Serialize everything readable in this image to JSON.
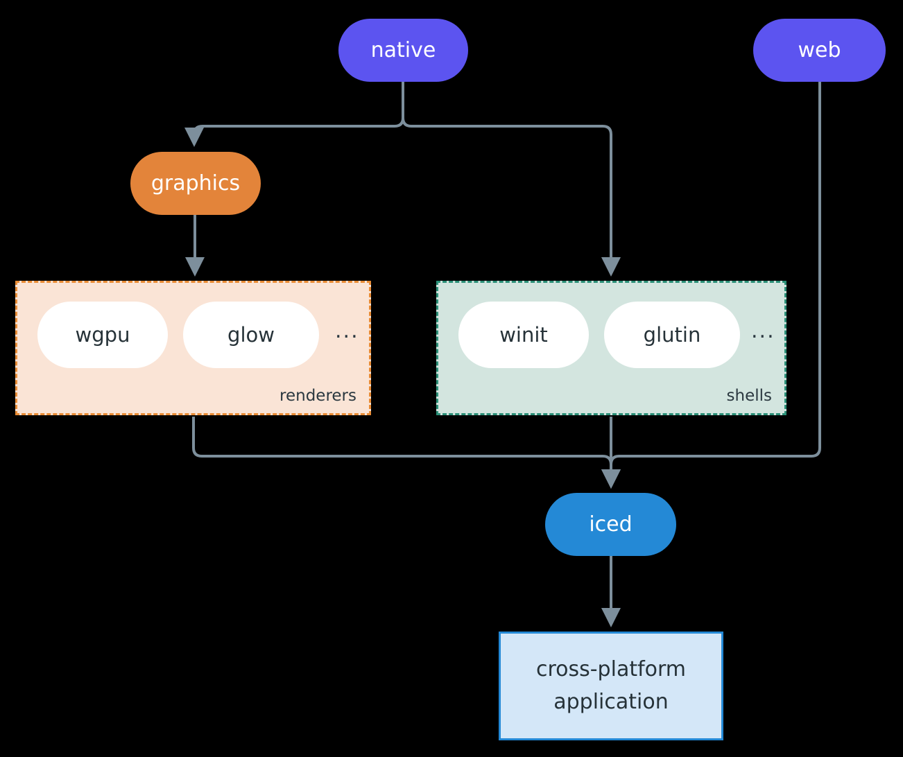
{
  "diagram": {
    "type": "architecture-flow",
    "background": "#000000",
    "edge_color": "#7d8f9c",
    "nodes": {
      "native": {
        "label": "native",
        "shape": "pill",
        "fill": "#5c54f0",
        "text_color": "#ffffff"
      },
      "web": {
        "label": "web",
        "shape": "pill",
        "fill": "#5c54f0",
        "text_color": "#ffffff"
      },
      "graphics": {
        "label": "graphics",
        "shape": "pill",
        "fill": "#e3843a",
        "text_color": "#ffffff"
      },
      "iced": {
        "label": "iced",
        "shape": "pill",
        "fill": "#2489d6",
        "text_color": "#ffffff"
      },
      "application": {
        "line1": "cross-platform",
        "line2": "application",
        "shape": "rect",
        "fill": "#d4e7f8",
        "border": "#2489d6",
        "text_color": "#263238"
      }
    },
    "groups": {
      "renderers": {
        "label": "renderers",
        "fill": "#fae4d6",
        "border": "#e98c35",
        "items": [
          "wgpu",
          "glow"
        ],
        "ellipsis": "..."
      },
      "shells": {
        "label": "shells",
        "fill": "#d3e5df",
        "border": "#2a8f77",
        "items": [
          "winit",
          "glutin"
        ],
        "ellipsis": "..."
      }
    },
    "edges": [
      {
        "from": "native",
        "to": "graphics"
      },
      {
        "from": "native",
        "to": "shells"
      },
      {
        "from": "graphics",
        "to": "renderers"
      },
      {
        "from": "renderers",
        "to": "iced"
      },
      {
        "from": "shells",
        "to": "iced"
      },
      {
        "from": "web",
        "to": "iced"
      },
      {
        "from": "iced",
        "to": "application"
      }
    ]
  }
}
